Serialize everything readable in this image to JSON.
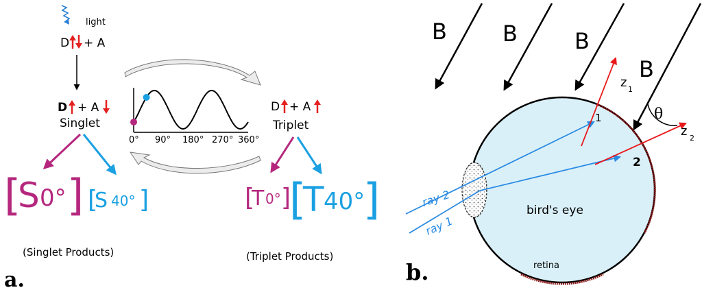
{
  "panel_a": {
    "label": "a.",
    "light_label": "light",
    "donor_acceptor": {
      "d": "D",
      "plus_a": "+ A"
    },
    "singlet": {
      "d": "D",
      "plus_a": "+ A",
      "name": "Singlet"
    },
    "triplet": {
      "d": "D",
      "plus_a": "+ A",
      "name": "Triplet"
    },
    "plot": {
      "tick_labels": [
        "0°",
        "90°",
        "180°",
        "270°",
        "360°"
      ]
    },
    "products": {
      "s0": {
        "letter": "S",
        "angle": "0°"
      },
      "s40": {
        "letter": "S",
        "angle": "40°"
      },
      "t0": {
        "letter": "T",
        "angle": "0°"
      },
      "t40": {
        "letter": "T",
        "angle": "40°"
      },
      "singlet_caption": "(Singlet Products)",
      "triplet_caption": "(Triplet Products)"
    },
    "colors": {
      "magenta": "#b5277e",
      "cyan": "#1ba0e2",
      "red": "#e5201f",
      "spring": "#2a7fd6"
    }
  },
  "panel_b": {
    "label": "b.",
    "field_labels": [
      "B",
      "B",
      "B",
      "B"
    ],
    "eye_label": "bird's eye",
    "retina_label": "retina",
    "ray2_label": "ray 2",
    "ray1_label": "ray 1",
    "point1_label": "1",
    "point2_label": "2",
    "z1": {
      "main": "z",
      "sub": "1"
    },
    "z2": {
      "main": "z",
      "sub": "2"
    },
    "theta_label": "θ",
    "colors": {
      "eye_fill": "#daf0f8",
      "ray": "#2a8be3",
      "axis": "#e8191c",
      "retina": "#8b1a1a"
    }
  }
}
